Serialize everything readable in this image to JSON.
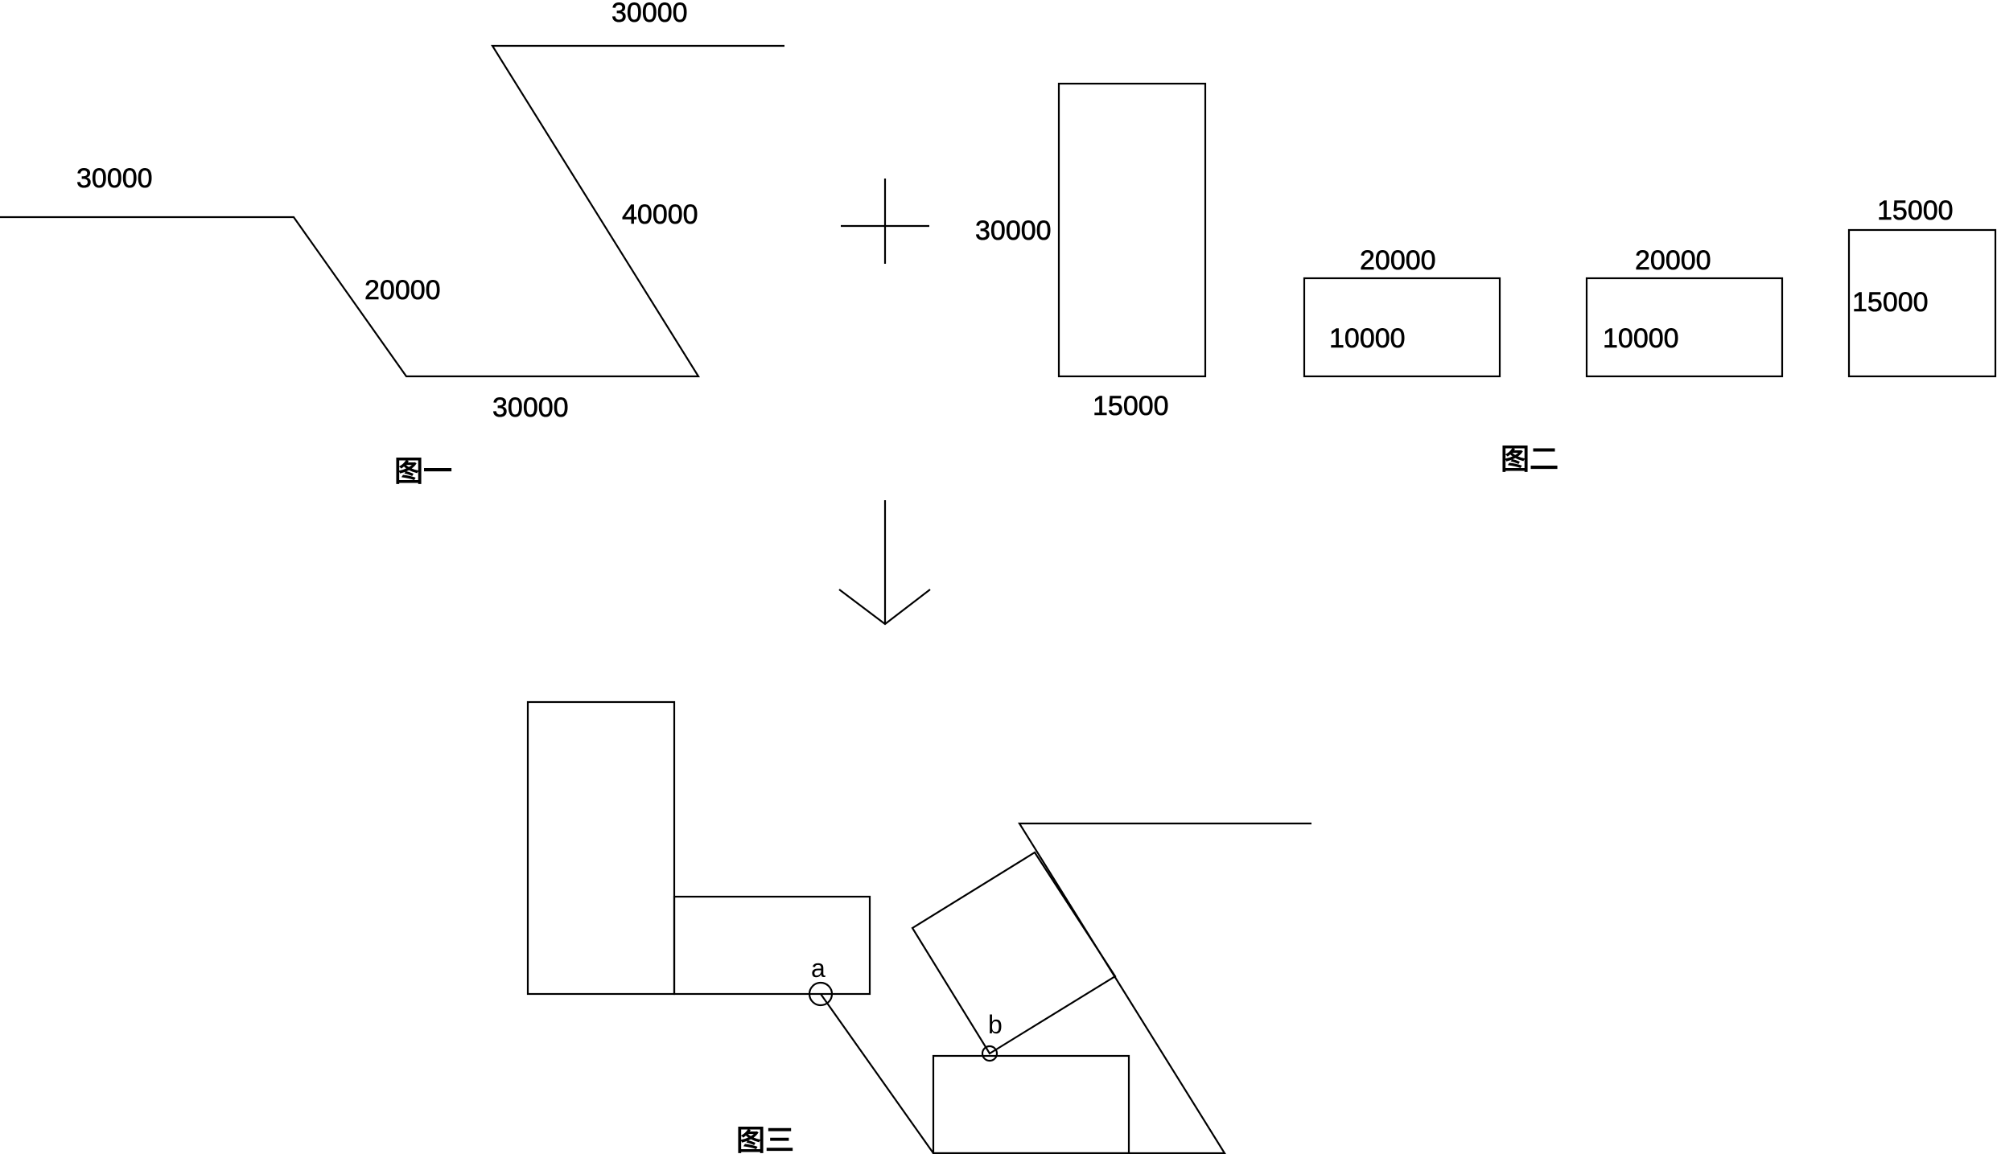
{
  "captions": {
    "fig1": "图一",
    "fig2": "图二",
    "fig3": "图三"
  },
  "fig1": {
    "labels": {
      "top": "30000",
      "left_top": "30000",
      "short_slant": "20000",
      "long_slant": "40000",
      "bottom": "30000"
    }
  },
  "fig2": {
    "rect_tall": {
      "height": "30000",
      "width": "15000"
    },
    "rect_a": {
      "width": "20000",
      "height": "10000"
    },
    "rect_b": {
      "width": "20000",
      "height": "10000"
    },
    "square": {
      "width": "15000",
      "height": "15000"
    }
  },
  "fig3": {
    "points": {
      "a": "a",
      "b": "b"
    }
  },
  "symbols": {
    "plus": "plus-sign",
    "arrow": "down-arrow"
  }
}
